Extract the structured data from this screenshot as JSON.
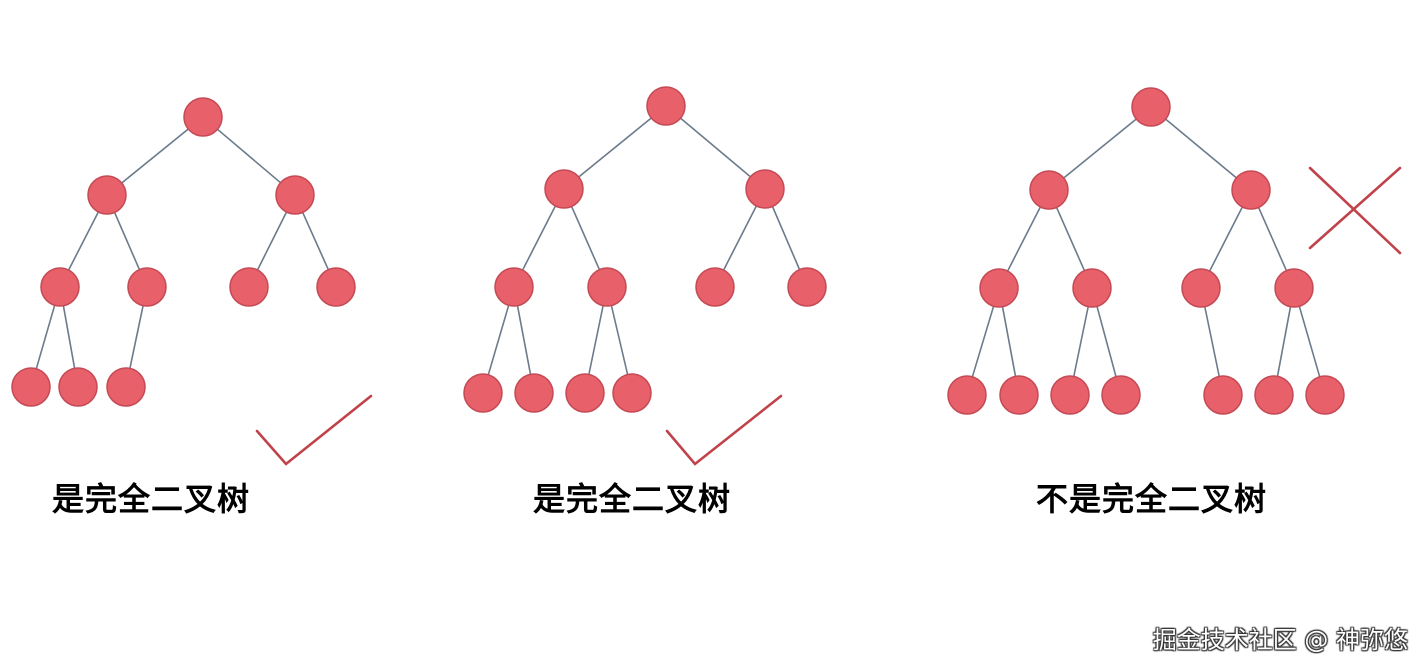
{
  "trees": [
    {
      "id": "a",
      "caption": "是完全二叉树",
      "mark": "check",
      "complete": true,
      "levels": [
        1,
        2,
        4,
        3
      ]
    },
    {
      "id": "b",
      "caption": "是完全二叉树",
      "mark": "check",
      "complete": true,
      "levels": [
        1,
        2,
        4,
        4
      ]
    },
    {
      "id": "c",
      "caption": "不是完全二叉树",
      "mark": "cross",
      "complete": false,
      "levels": [
        1,
        2,
        4,
        7
      ]
    }
  ],
  "colors": {
    "node_fill": "#e8606a",
    "node_stroke": "#c44a55",
    "edge": "#6b7b8c",
    "mark": "#c0424a"
  },
  "watermark": "掘金技术社区 @ 神弥悠"
}
